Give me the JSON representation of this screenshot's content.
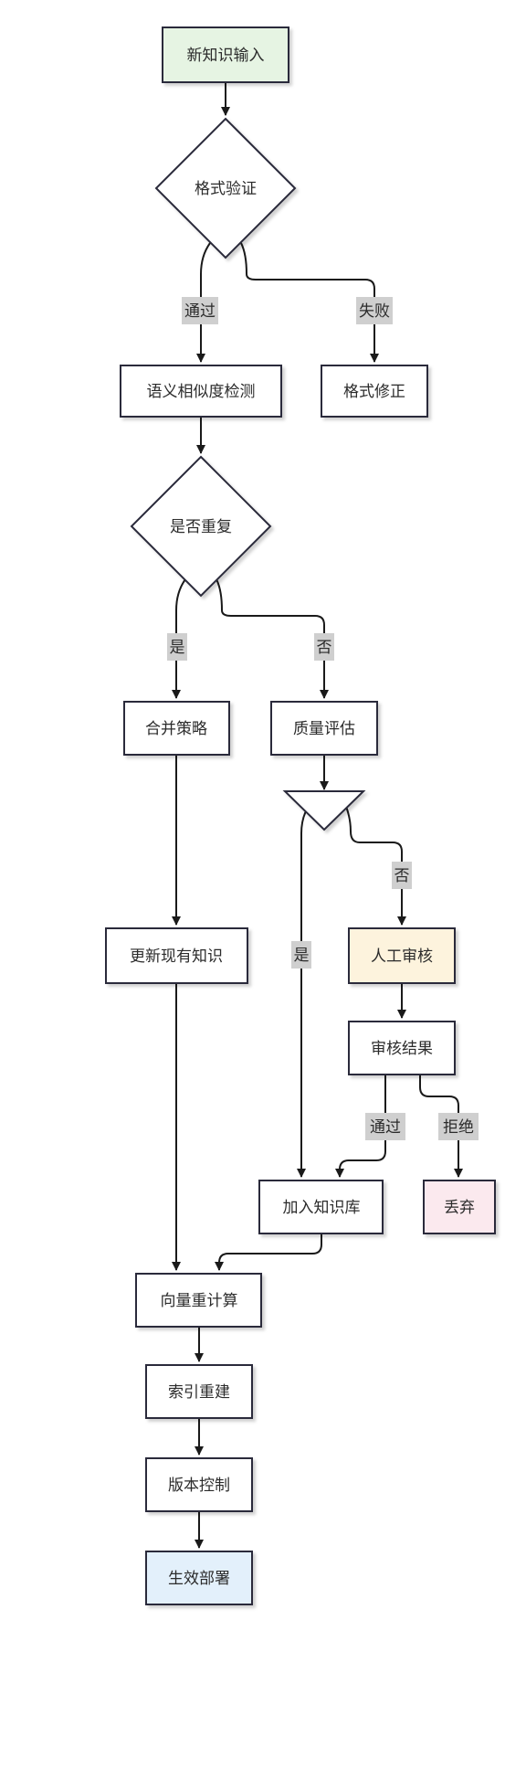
{
  "nodes": {
    "input": "新知识输入",
    "format_check": "格式验证",
    "semantic_check": "语义相似度检测",
    "format_fix": "格式修正",
    "is_duplicate": "是否重复",
    "merge": "合并策略",
    "quality": "质量评估",
    "update_existing": "更新现有知识",
    "manual_review": "人工审核",
    "review_result": "审核结果",
    "add_kb": "加入知识库",
    "discard": "丢弃",
    "vector_recalc": "向量重计算",
    "index_rebuild": "索引重建",
    "version_control": "版本控制",
    "deploy": "生效部署"
  },
  "edge_labels": {
    "pass": "通过",
    "fail": "失败",
    "yes": "是",
    "no": "否",
    "quality_no": "否",
    "quality_yes": "是",
    "review_pass": "通过",
    "review_reject": "拒绝"
  },
  "colors": {
    "start_fill": "#e6f4e3",
    "review_fill": "#fdf3dd",
    "discard_fill": "#fbe9ee",
    "end_fill": "#e3f0fb",
    "default_fill": "#ffffff",
    "border": "#2b2b3a",
    "label_bg": "#cfcfcf"
  }
}
